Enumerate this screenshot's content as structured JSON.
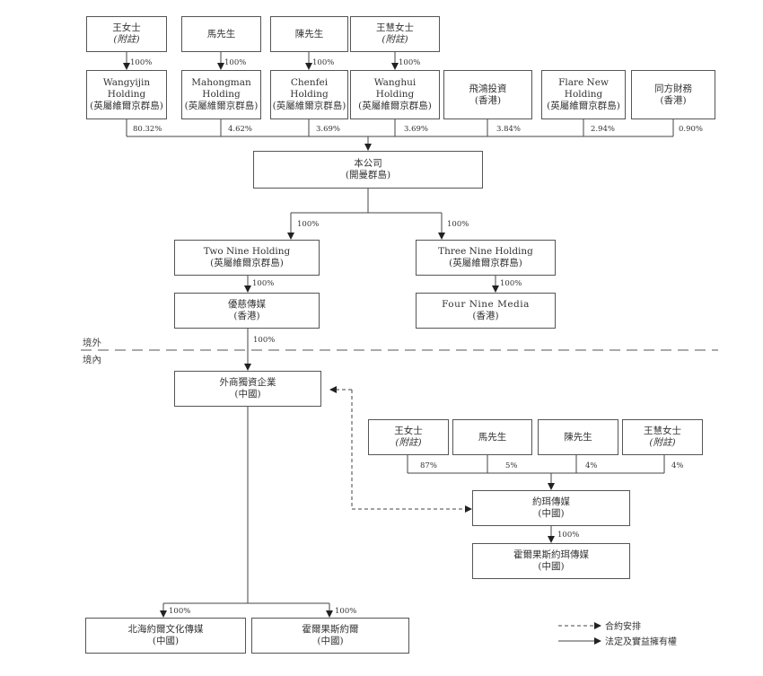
{
  "top_owners": [
    {
      "name": "王女士",
      "note": "(附註)",
      "pct": "100%"
    },
    {
      "name": "馬先生",
      "note": "",
      "pct": "100%"
    },
    {
      "name": "陳先生",
      "note": "",
      "pct": "100%"
    },
    {
      "name": "王慧女士",
      "note": "(附註)",
      "pct": "100%"
    }
  ],
  "holdings": [
    {
      "line1": "Wangyijin",
      "line2": "Holding",
      "jurisdiction": "(英屬維爾京群島)",
      "pct": "80.32%"
    },
    {
      "line1": "Mahongman",
      "line2": "Holding",
      "jurisdiction": "(英屬維爾京群島)",
      "pct": "4.62%"
    },
    {
      "line1": "Chenfei",
      "line2": "Holding",
      "jurisdiction": "(英屬維爾京群島)",
      "pct": "3.69%"
    },
    {
      "line1": "Wanghui",
      "line2": "Holding",
      "jurisdiction": "(英屬維爾京群島)",
      "pct": "3.69%"
    },
    {
      "line1": "飛鴻投資",
      "line2": "",
      "jurisdiction": "(香港)",
      "pct": "3.84%"
    },
    {
      "line1": "Flare New",
      "line2": "Holding",
      "jurisdiction": "(英屬維爾京群島)",
      "pct": "2.94%"
    },
    {
      "line1": "同方財務",
      "line2": "",
      "jurisdiction": "(香港)",
      "pct": "0.90%"
    }
  ],
  "company": {
    "name": "本公司",
    "jurisdiction": "(開曼群島)"
  },
  "two_nine": {
    "name": "Two Nine Holding",
    "jurisdiction": "(英屬維爾京群島)",
    "pct": "100%"
  },
  "three_nine": {
    "name": "Three Nine Holding",
    "jurisdiction": "(英屬維爾京群島)",
    "pct": "100%"
  },
  "youci": {
    "name": "優慈傳媒",
    "jurisdiction": "(香港)",
    "pct": "100%"
  },
  "four_nine": {
    "name": "Four Nine Media",
    "jurisdiction": "(香港)",
    "pct": "100%"
  },
  "wfoe_pct": "100%",
  "boundary": {
    "offshore": "境外",
    "onshore": "境內"
  },
  "wfoe": {
    "name": "外商獨資企業",
    "jurisdiction": "(中國)"
  },
  "right_owners": [
    {
      "name": "王女士",
      "note": "(附註)",
      "pct": "87%"
    },
    {
      "name": "馬先生",
      "note": "",
      "pct": "5%"
    },
    {
      "name": "陳先生",
      "note": "",
      "pct": "4%"
    },
    {
      "name": "王慧女士",
      "note": "(附註)",
      "pct": "4%"
    }
  ],
  "yuer": {
    "name": "約珥傳媒",
    "jurisdiction": "(中國)"
  },
  "horgos_yuer": {
    "name": "霍爾果斯約珥傳媒",
    "jurisdiction": "(中國)",
    "pct": "100%"
  },
  "beihai": {
    "name": "北海約爾文化傳媒",
    "jurisdiction": "(中國)",
    "pct": "100%"
  },
  "horgos_yueer": {
    "name": "霍爾果斯約爾",
    "jurisdiction": "(中國)",
    "pct": "100%"
  },
  "legend": {
    "contractual": "合約安排",
    "legal": "法定及實益擁有權"
  }
}
